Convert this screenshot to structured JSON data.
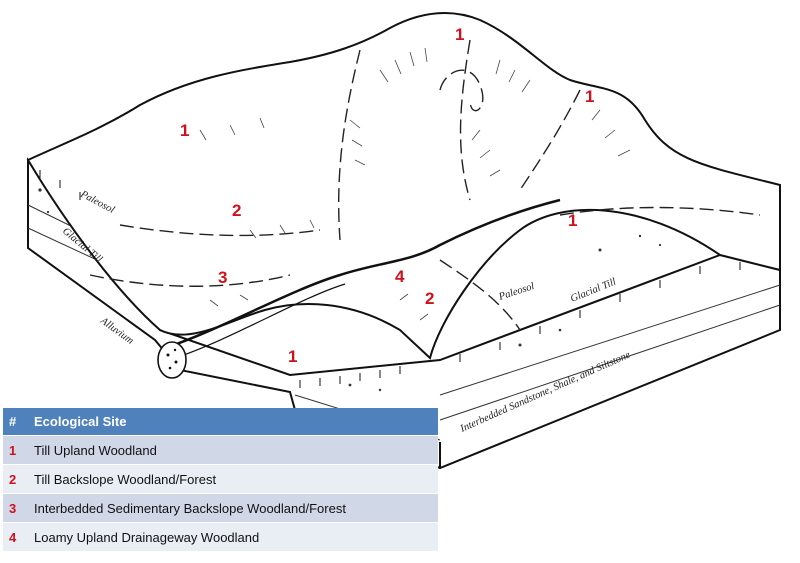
{
  "diagram": {
    "site_numbers": [
      "1",
      "1",
      "1",
      "2",
      "1",
      "3",
      "4",
      "2",
      "1"
    ],
    "geology_labels": {
      "paleosol_left": "Paleosol",
      "glacial_till_left": "Glacial Till",
      "alluvium": "Alluvium",
      "paleosol_right": "Paleosol",
      "glacial_till_right": "Glacial Till",
      "bedrock": "Interbedded Sandstone, Shale, and Siltstone"
    }
  },
  "legend": {
    "header_num": "#",
    "header_site": "Ecological Site",
    "rows": [
      {
        "num": "1",
        "site": "Till Upland Woodland"
      },
      {
        "num": "2",
        "site": "Till Backslope Woodland/Forest"
      },
      {
        "num": "3",
        "site": "Interbedded Sedimentary Backslope Woodland/Forest"
      },
      {
        "num": "4",
        "site": "Loamy Upland Drainageway Woodland"
      }
    ]
  }
}
